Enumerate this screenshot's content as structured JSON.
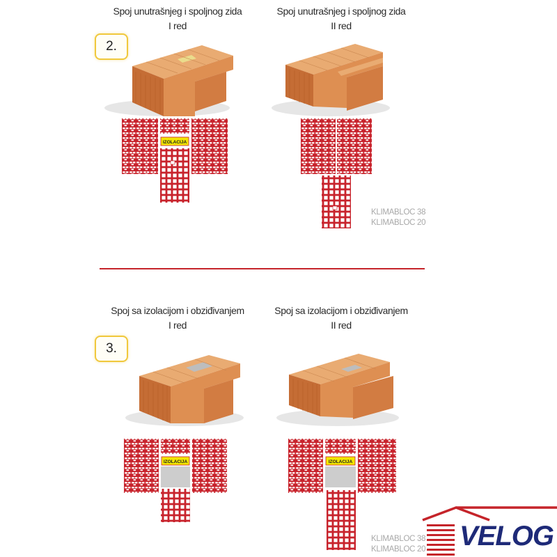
{
  "section2": {
    "step_number": "2.",
    "left": {
      "title": "Spoj unutrašnjeg i spoljnog zida",
      "row": "I red",
      "insulation_label": "IZOLACIJA"
    },
    "right": {
      "title": "Spoj unutrašnjeg i spoljnog zida",
      "row": "II red"
    },
    "products": [
      "KLIMABLOC 38",
      "KLIMABLOC 20"
    ]
  },
  "section3": {
    "step_number": "3.",
    "left": {
      "title": "Spoj sa izolacijom i obziđivanjem",
      "row": "I red",
      "insulation_label": "IZOLACIJA"
    },
    "right": {
      "title": "Spoj sa izolacijom i obziđivanjem",
      "row": "II red",
      "insulation_label": "IZOLACIJA"
    },
    "products": [
      "KLIMABLOC 38",
      "KLIMABLOC 20"
    ]
  },
  "brand": {
    "name": "VELOG",
    "primary_color": "#1e2a78",
    "accent_color": "#c5242a"
  },
  "colors": {
    "brick_plan": "#c8232c",
    "brick_block": "#d98a4c",
    "insulation": "#f2e600",
    "divider": "#c5242a"
  }
}
